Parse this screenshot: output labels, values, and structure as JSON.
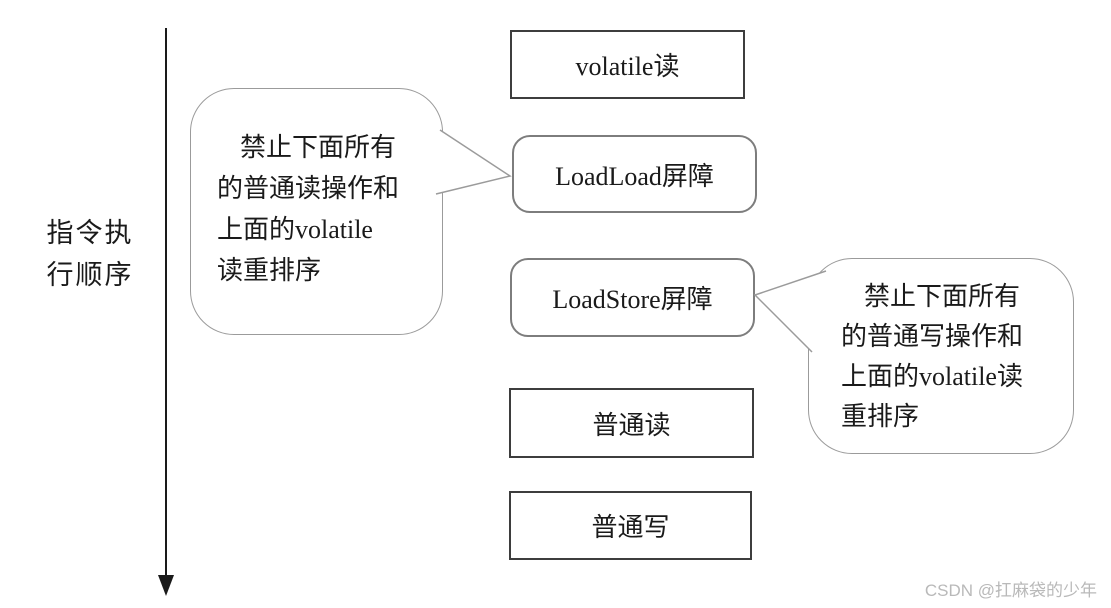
{
  "diagram": {
    "axis": {
      "line1": "指令执",
      "line2": "行顺序"
    },
    "boxes": [
      {
        "id": "volatile-read",
        "label": "volatile读",
        "shape": "rect"
      },
      {
        "id": "loadload-barrier",
        "label": "LoadLoad屏障",
        "shape": "rounded"
      },
      {
        "id": "loadstore-barrier",
        "label": "LoadStore屏障",
        "shape": "rounded"
      },
      {
        "id": "normal-read",
        "label": "普通读",
        "shape": "rect"
      },
      {
        "id": "normal-write",
        "label": "普通写",
        "shape": "rect"
      }
    ],
    "callouts": [
      {
        "id": "left",
        "target": "loadload-barrier",
        "lines": [
          "禁止下面所有",
          "的普通读操作和",
          "上面的volatile",
          "读重排序"
        ]
      },
      {
        "id": "right",
        "target": "loadstore-barrier",
        "lines": [
          "禁止下面所有",
          "的普通写操作和",
          "上面的volatile读",
          "重排序"
        ]
      }
    ],
    "watermark": "CSDN @扛麻袋的少年",
    "colors": {
      "rect_border": "#3d3d3d",
      "rounded_border": "#7d7d7d",
      "callout_border": "#9b9b9b",
      "arrow": "#1a1a1a",
      "text": "#1a1a1a",
      "watermark": "#b9b9b9"
    }
  }
}
